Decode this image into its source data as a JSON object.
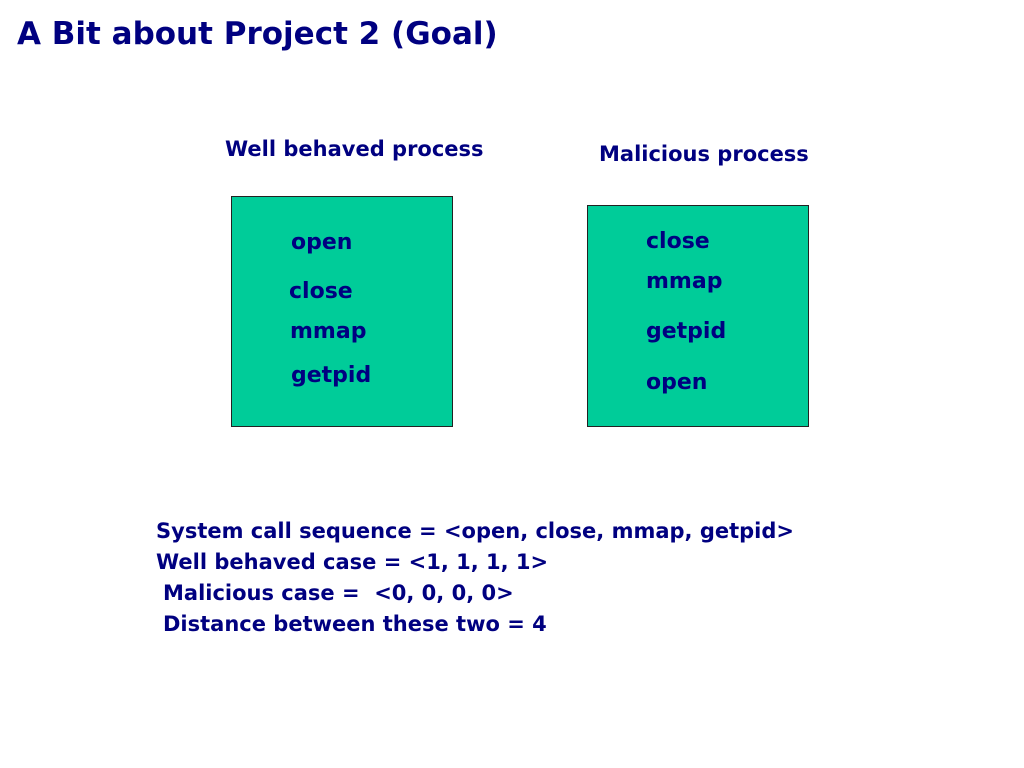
{
  "slide": {
    "title": "A Bit about Project 2 (Goal)"
  },
  "well_behaved": {
    "label": "Well behaved process",
    "calls": [
      "open",
      "close",
      "mmap",
      "getpid"
    ]
  },
  "malicious": {
    "label": "Malicious process",
    "calls": [
      "close",
      "mmap",
      "getpid",
      "open"
    ]
  },
  "summary": {
    "sequence_line": "System call sequence = <open, close, mmap, getpid>",
    "well_behaved_line": "Well behaved case = <1, 1, 1, 1>",
    "malicious_line": "Malicious case =  <0, 0, 0, 0>",
    "distance_line": "Distance between these two = 4"
  },
  "colors": {
    "box_fill": "#00cc99",
    "text": "#000080",
    "background": "#ffffff"
  }
}
